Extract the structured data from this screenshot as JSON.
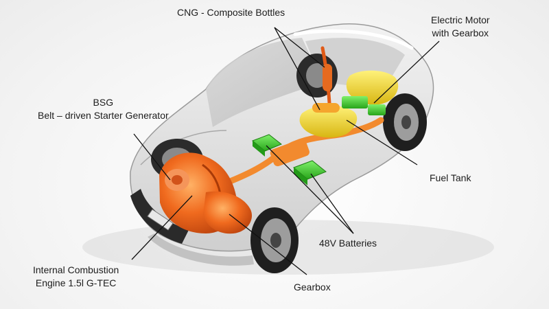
{
  "labels": {
    "cng": {
      "line1": "CNG - Composite Bottles"
    },
    "motor": {
      "line1": "Electric Motor",
      "line2": "with Gearbox"
    },
    "bsg": {
      "line1": "BSG",
      "line2": "Belt – driven Starter Generator"
    },
    "fuel_tank": {
      "line1": "Fuel Tank"
    },
    "batteries": {
      "line1": "48V Batteries"
    },
    "engine": {
      "line1": "Internal Combustion",
      "line2": "Engine 1.5l G-TEC"
    },
    "gearbox": {
      "line1": "Gearbox"
    }
  },
  "colors": {
    "engine": "#f06a1e",
    "exhaust": "#f28a2e",
    "fuel_tank": "#f1d91a",
    "motor": "#f2dd1f",
    "batteries": "#3ed12b",
    "body": "#dcdcdc",
    "tire": "#1f1f1f",
    "leader": "#111111"
  }
}
